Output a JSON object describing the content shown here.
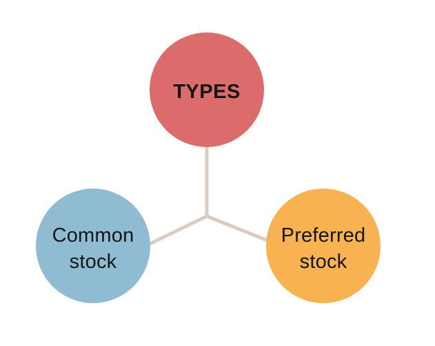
{
  "diagram": {
    "background_color": "#ffffff",
    "connector_color": "#d8ccc3",
    "text_color": "#151515",
    "nodes": [
      {
        "id": "types",
        "label": "TYPES",
        "fill": "#dc6c6c",
        "role": "root"
      },
      {
        "id": "common-stock",
        "label": "Common stock",
        "fill": "#8fbcd2",
        "role": "branch"
      },
      {
        "id": "preferred-stock",
        "label": "Preferred stock",
        "fill": "#f8b251",
        "role": "branch"
      }
    ],
    "edges": [
      {
        "from": "hub",
        "to": "types"
      },
      {
        "from": "hub",
        "to": "common-stock"
      },
      {
        "from": "hub",
        "to": "preferred-stock"
      }
    ]
  }
}
